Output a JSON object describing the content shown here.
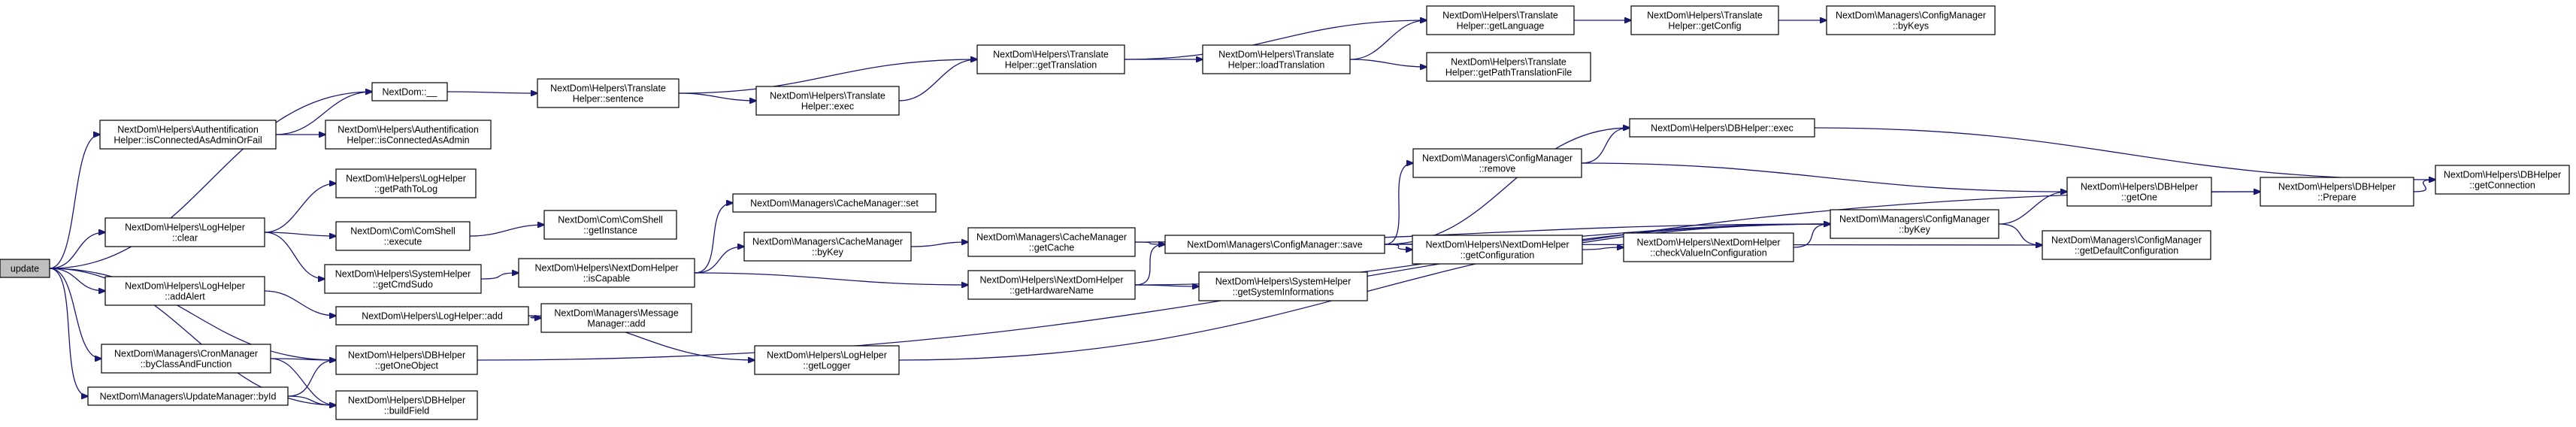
{
  "colors": {
    "edge": "#191970",
    "node_border": "#000000",
    "root_fill": "#bfbfbf",
    "node_fill": "#ffffff"
  },
  "nodes": [
    {
      "id": "update",
      "lines": [
        "update"
      ],
      "root": true
    },
    {
      "id": "dbexec",
      "lines": [
        "NextDom\\Helpers\\DBHelper::exec"
      ]
    },
    {
      "id": "prepare",
      "lines": [
        "NextDom\\Helpers\\DBHelper",
        "::Prepare"
      ]
    },
    {
      "id": "getconn",
      "lines": [
        "NextDom\\Helpers\\DBHelper",
        "::getConnection"
      ]
    },
    {
      "id": "cmremove",
      "lines": [
        "NextDom\\Managers\\ConfigManager",
        "::remove"
      ]
    },
    {
      "id": "getone",
      "lines": [
        "NextDom\\Helpers\\DBHelper",
        "::getOne"
      ]
    },
    {
      "id": "cmsave",
      "lines": [
        "NextDom\\Managers\\ConfigManager::save"
      ]
    },
    {
      "id": "cmbykey",
      "lines": [
        "NextDom\\Managers\\ConfigManager",
        "::byKey"
      ]
    },
    {
      "id": "cmdefault",
      "lines": [
        "NextDom\\Managers\\ConfigManager",
        "::getDefaultConfiguration"
      ]
    },
    {
      "id": "nhgetconf",
      "lines": [
        "NextDom\\Helpers\\NextDomHelper",
        "::getConfiguration"
      ]
    },
    {
      "id": "nhcheck",
      "lines": [
        "NextDom\\Helpers\\NextDomHelper",
        "::checkValueInConfiguration"
      ]
    },
    {
      "id": "ncm",
      "lines": [
        "NextDom\\Managers\\CacheManager",
        "::getCache"
      ]
    },
    {
      "id": "cmbykey2",
      "lines": [
        "NextDom\\Managers\\CacheManager",
        "::byKey"
      ]
    },
    {
      "id": "cmset",
      "lines": [
        "NextDom\\Managers\\CacheManager::set"
      ]
    },
    {
      "id": "nhhw",
      "lines": [
        "NextDom\\Helpers\\NextDomHelper",
        "::getHardwareName"
      ]
    },
    {
      "id": "shsys",
      "lines": [
        "NextDom\\Helpers\\SystemHelper",
        "::getSystemInformations"
      ]
    },
    {
      "id": "nhcap",
      "lines": [
        "NextDom\\Helpers\\NextDomHelper",
        "::isCapable"
      ]
    },
    {
      "id": "shsudo",
      "lines": [
        "NextDom\\Helpers\\SystemHelper",
        "::getCmdSudo"
      ]
    },
    {
      "id": "cshexec",
      "lines": [
        "NextDom\\Com\\ComShell",
        "::execute"
      ]
    },
    {
      "id": "cshinst",
      "lines": [
        "NextDom\\Com\\ComShell",
        "::getInstance"
      ]
    },
    {
      "id": "lhpath",
      "lines": [
        "NextDom\\Helpers\\LogHelper",
        "::getPathToLog"
      ]
    },
    {
      "id": "lhclear",
      "lines": [
        "NextDom\\Helpers\\LogHelper",
        "::clear"
      ]
    },
    {
      "id": "lhaddalert",
      "lines": [
        "NextDom\\Helpers\\LogHelper",
        "::addAlert"
      ]
    },
    {
      "id": "lhadd",
      "lines": [
        "NextDom\\Helpers\\LogHelper::add"
      ]
    },
    {
      "id": "mmadd",
      "lines": [
        "NextDom\\Managers\\Message",
        "Manager::add"
      ]
    },
    {
      "id": "lhlogger",
      "lines": [
        "NextDom\\Helpers\\LogHelper",
        "::getLogger"
      ]
    },
    {
      "id": "cron",
      "lines": [
        "NextDom\\Managers\\CronManager",
        "::byClassAndFunction"
      ]
    },
    {
      "id": "getoneobj",
      "lines": [
        "NextDom\\Helpers\\DBHelper",
        "::getOneObject"
      ]
    },
    {
      "id": "buildfield",
      "lines": [
        "NextDom\\Helpers\\DBHelper",
        "::buildField"
      ]
    },
    {
      "id": "umbyid",
      "lines": [
        "NextDom\\Managers\\UpdateManager::byId"
      ]
    },
    {
      "id": "nd__",
      "lines": [
        "NextDom::__"
      ]
    },
    {
      "id": "auth",
      "lines": [
        "NextDom\\Helpers\\Authentification",
        "Helper::isConnectedAsAdminOrFail"
      ]
    },
    {
      "id": "authadmin",
      "lines": [
        "NextDom\\Helpers\\Authentification",
        "Helper::isConnectedAsAdmin"
      ]
    },
    {
      "id": "thsent",
      "lines": [
        "NextDom\\Helpers\\Translate",
        "Helper::sentence"
      ]
    },
    {
      "id": "thexec",
      "lines": [
        "NextDom\\Helpers\\Translate",
        "Helper::exec"
      ]
    },
    {
      "id": "thgettr",
      "lines": [
        "NextDom\\Helpers\\Translate",
        "Helper::getTranslation"
      ]
    },
    {
      "id": "thload",
      "lines": [
        "NextDom\\Helpers\\Translate",
        "Helper::loadTranslation"
      ]
    },
    {
      "id": "thlang",
      "lines": [
        "NextDom\\Helpers\\Translate",
        "Helper::getLanguage"
      ]
    },
    {
      "id": "thpath",
      "lines": [
        "NextDom\\Helpers\\Translate",
        "Helper::getPathTranslationFile"
      ]
    },
    {
      "id": "thconf",
      "lines": [
        "NextDom\\Helpers\\Translate",
        "Helper::getConfig"
      ]
    },
    {
      "id": "cmbykeys",
      "lines": [
        "NextDom\\Managers\\ConfigManager",
        "::byKeys"
      ]
    }
  ],
  "edges": [
    [
      "update",
      "nd__"
    ],
    [
      "update",
      "auth"
    ],
    [
      "update",
      "lhclear"
    ],
    [
      "update",
      "lhaddalert"
    ],
    [
      "update",
      "cron"
    ],
    [
      "update",
      "umbyid"
    ],
    [
      "update",
      "getoneobj"
    ],
    [
      "update",
      "buildfield"
    ],
    [
      "auth",
      "nd__"
    ],
    [
      "auth",
      "authadmin"
    ],
    [
      "nd__",
      "thsent"
    ],
    [
      "thsent",
      "thgettr"
    ],
    [
      "thsent",
      "thexec"
    ],
    [
      "thexec",
      "thgettr"
    ],
    [
      "thgettr",
      "thlang"
    ],
    [
      "thgettr",
      "thload"
    ],
    [
      "thload",
      "thlang"
    ],
    [
      "thload",
      "thpath"
    ],
    [
      "thlang",
      "thconf"
    ],
    [
      "thconf",
      "cmbykeys"
    ],
    [
      "lhclear",
      "lhpath"
    ],
    [
      "lhclear",
      "cshexec"
    ],
    [
      "lhclear",
      "shsudo"
    ],
    [
      "cshexec",
      "cshinst"
    ],
    [
      "shsudo",
      "nhcap"
    ],
    [
      "nhcap",
      "cmset"
    ],
    [
      "nhcap",
      "cmbykey2"
    ],
    [
      "nhcap",
      "nhhw"
    ],
    [
      "cmbykey2",
      "ncm"
    ],
    [
      "ncm",
      "cmsave"
    ],
    [
      "ncm",
      "cmbykey"
    ],
    [
      "nhhw",
      "cmsave"
    ],
    [
      "nhhw",
      "shsys"
    ],
    [
      "nhhw",
      "cmbykey"
    ],
    [
      "cmsave",
      "dbexec"
    ],
    [
      "cmsave",
      "cmremove"
    ],
    [
      "cmsave",
      "nhgetconf"
    ],
    [
      "cmsave",
      "cmbykey"
    ],
    [
      "cmsave",
      "cmdefault"
    ],
    [
      "cmremove",
      "dbexec"
    ],
    [
      "cmremove",
      "getone"
    ],
    [
      "nhgetconf",
      "nhcheck"
    ],
    [
      "nhcheck",
      "cmbykey"
    ],
    [
      "cmbykey",
      "getone"
    ],
    [
      "cmbykey",
      "cmdefault"
    ],
    [
      "getone",
      "prepare"
    ],
    [
      "dbexec",
      "getconn"
    ],
    [
      "prepare",
      "getconn"
    ],
    [
      "lhaddalert",
      "lhadd"
    ],
    [
      "lhadd",
      "mmadd"
    ],
    [
      "lhadd",
      "lhlogger"
    ],
    [
      "lhlogger",
      "cmbykey"
    ],
    [
      "cron",
      "getoneobj"
    ],
    [
      "cron",
      "buildfield"
    ],
    [
      "umbyid",
      "getoneobj"
    ],
    [
      "umbyid",
      "buildfield"
    ],
    [
      "getoneobj",
      "prepare"
    ]
  ]
}
